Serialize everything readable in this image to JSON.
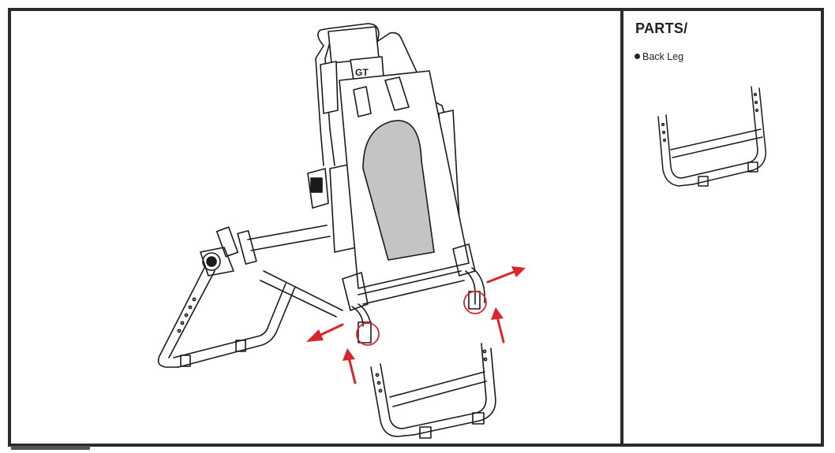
{
  "parts_panel": {
    "title": "PARTS/",
    "items": [
      {
        "label": "Back Leg"
      }
    ]
  },
  "colors": {
    "line": "#1a1a1a",
    "arrow": "#d9262c",
    "highlight_circle": "#d9262c",
    "seat_panel": "#c4c4c4",
    "frame_border": "#2b2b2b"
  },
  "illustration": {
    "subject": "folding racing seat frame with detached back leg",
    "arrows": 4,
    "highlight_circles": 2
  }
}
